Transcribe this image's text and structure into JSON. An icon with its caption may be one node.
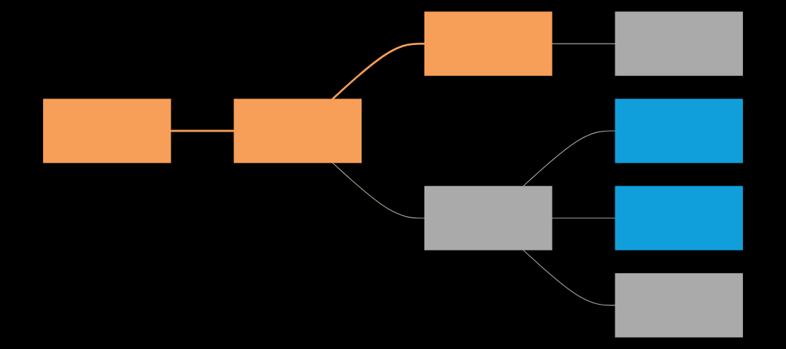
{
  "diagram": {
    "nodes": [
      {
        "text": [],
        "shape": "box"
      },
      {
        "text": [],
        "shape": "box"
      },
      {
        "text": [],
        "shape": "box"
      },
      {
        "text": [],
        "shape": "box"
      },
      {
        "text": [],
        "shape": "box"
      },
      {
        "text": [],
        "shape": "box"
      },
      {
        "text": [],
        "shape": "box"
      },
      {
        "text": [],
        "shape": "box"
      }
    ],
    "edges": [
      {
        "from": 0,
        "to": 1,
        "arrow": "none",
        "style": "thick",
        "color": "#f79e58"
      },
      {
        "from": 1,
        "to": 2,
        "arrow": "none",
        "style": "thick",
        "color": "#f79e58"
      },
      {
        "from": 1,
        "to": 3,
        "arrow": "none"
      },
      {
        "from": 2,
        "to": 4,
        "arrow": "none"
      },
      {
        "from": 3,
        "to": 5,
        "arrow": "none"
      },
      {
        "from": 3,
        "to": 6,
        "arrow": "none"
      },
      {
        "from": 3,
        "to": 7,
        "arrow": "none"
      }
    ]
  }
}
